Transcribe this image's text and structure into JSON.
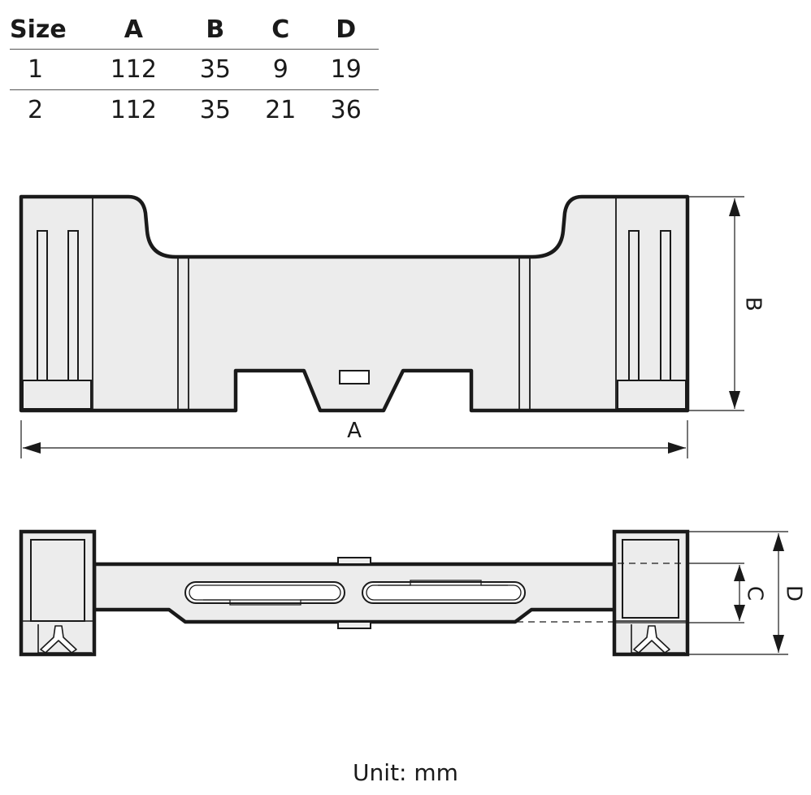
{
  "table": {
    "headers": [
      "Size",
      "A",
      "B",
      "C",
      "D"
    ],
    "rows": [
      [
        "1",
        "112",
        "35",
        "9",
        "19"
      ],
      [
        "2",
        "112",
        "35",
        "21",
        "36"
      ]
    ]
  },
  "dimensions": {
    "a": "A",
    "b": "B",
    "c": "C",
    "d": "D"
  },
  "unit": "Unit: mm"
}
